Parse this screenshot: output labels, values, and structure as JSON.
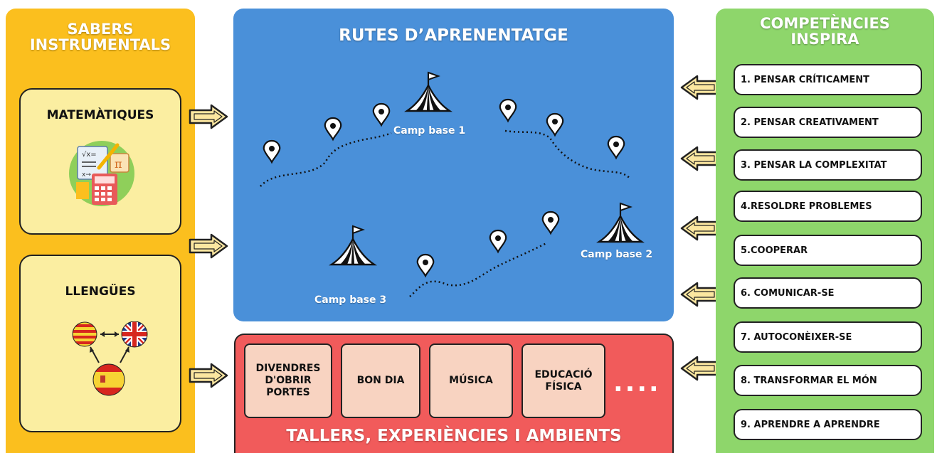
{
  "left": {
    "title_line1": "SABERS",
    "title_line2": "INSTRUMENTALS",
    "math_label": "MATEMÀTIQUES",
    "lang_label": "LLENGÜES"
  },
  "routes": {
    "title": "RUTES D’APRENENTATGE",
    "camp1": "Camp base 1",
    "camp2": "Camp base 2",
    "camp3": "Camp base 3"
  },
  "workshops": {
    "title": "TALLERS, EXPERIÈNCIES I AMBIENTS",
    "items": [
      {
        "line1": "DIVENDRES",
        "line2": "D'OBRIR",
        "line3": "PORTES"
      },
      {
        "line1": "BON DIA"
      },
      {
        "line1": "MÚSICA"
      },
      {
        "line1": "EDUCACIÓ",
        "line2": "FÍSICA"
      }
    ],
    "more": "...."
  },
  "competences": {
    "title_line1": "COMPETÈNCIES",
    "title_line2": "INSPIRA",
    "items": [
      "1. PENSAR CRÍTICAMENT",
      "2. PENSAR CREATIVAMENT",
      "3. PENSAR LA COMPLEXITAT",
      "4.RESOLDRE PROBLEMES",
      "5.COOPERAR",
      "6. COMUNICAR-SE",
      "7. AUTOCONÈIXER-SE",
      "8. TRANSFORMAR EL MÓN",
      "9. APRENDRE A APRENDRE"
    ]
  },
  "colors": {
    "left_panel": "#fbbf1e",
    "routes_panel": "#4a90d9",
    "workshops_panel": "#f15b5b",
    "competences_panel": "#8ed66b",
    "arrow_fill": "#fce7a0"
  }
}
